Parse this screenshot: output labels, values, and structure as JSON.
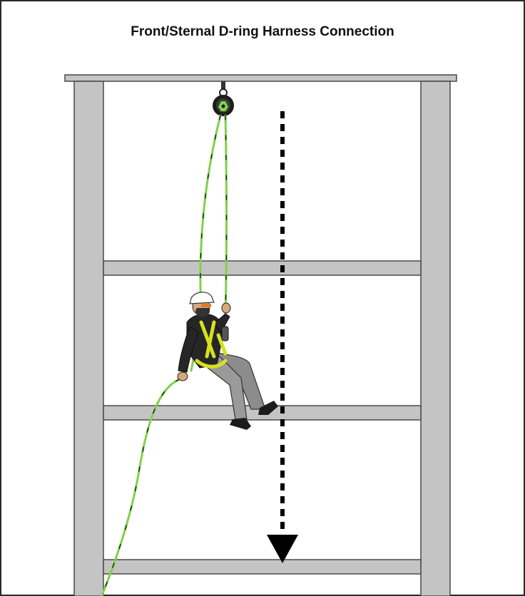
{
  "title": "Front/Sternal D-ring Harness Connection",
  "colors": {
    "structure_fill": "#c4c4c4",
    "structure_stroke": "#4a4a4a",
    "rope": "#7ed348",
    "rope_dark": "#1e1e1e",
    "harness": "#d7e021",
    "shirt": "#262626",
    "pants": "#8c8c8c",
    "helmet": "#ffffff",
    "skin": "#d8a77a",
    "arrow": "#000000"
  },
  "icons": {
    "pulley": "pulley-icon",
    "worker": "rope-access-worker",
    "fall_direction": "downward-dashed-arrow"
  }
}
